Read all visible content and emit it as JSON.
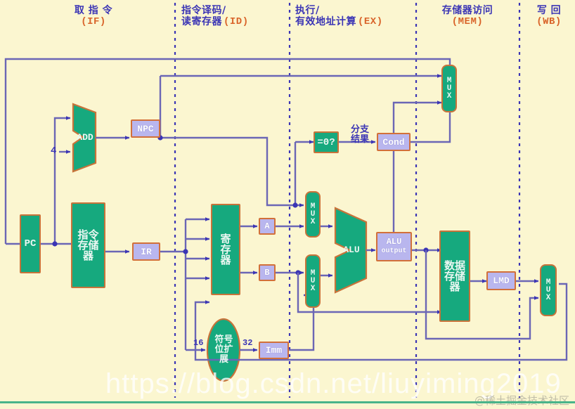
{
  "diagram": {
    "title": "MIPS 5-stage pipeline datapath",
    "background_color": "#fbf6d0",
    "wire_color": "#6b66b5",
    "block_fill_green": "#16a97e",
    "block_fill_purple": "#b9b6ee",
    "block_border": "#d2703a",
    "header_cn_color": "#3b35b5",
    "header_en_color": "#d9642a"
  },
  "stages": [
    {
      "cn": "取 指 令",
      "en": "(IF)",
      "key": "if"
    },
    {
      "cn": "指令译码/\n读寄存器",
      "en": "(ID)",
      "key": "id"
    },
    {
      "cn": "执行/\n有效地址计算",
      "en": "(EX)",
      "key": "ex"
    },
    {
      "cn": "存储器访问",
      "en": "(MEM)",
      "key": "mem"
    },
    {
      "cn": "写 回",
      "en": "(WB)",
      "key": "wb"
    }
  ],
  "stage_labels": {
    "if_cn": "取 指 令",
    "if_en": "(IF)",
    "id_cn1": "指令译码/",
    "id_cn2": "读寄存器",
    "id_en": "(ID)",
    "ex_cn1": "执行/",
    "ex_cn2": "有效地址计算",
    "ex_en": "(EX)",
    "mem_cn": "存储器访问",
    "mem_en": "(MEM)",
    "wb_cn": "写 回",
    "wb_en": "(WB)"
  },
  "blocks": {
    "pc": "PC",
    "add": "ADD",
    "npc": "NPC",
    "instr_mem_l1": "指令",
    "instr_mem_l2": "存储",
    "instr_mem_l3": "器",
    "ir": "IR",
    "regfile_l1": "寄",
    "regfile_l2": "存",
    "regfile_l3": "器",
    "reg_a": "A",
    "reg_b": "B",
    "sign_ext_l1": "符号",
    "sign_ext_l2": "位扩",
    "sign_ext_l3": "展",
    "imm": "Imm",
    "mux_ex_top": "MUX",
    "mux_ex_bottom": "MUX",
    "alu": "ALU",
    "alu_output_l1": "ALU",
    "alu_output_l2": "output",
    "zero_test": "=0?",
    "cond": "Cond",
    "mux_mem": "MUX",
    "data_mem_l1": "数据",
    "data_mem_l2": "存储",
    "data_mem_l3": "器",
    "lmd": "LMD",
    "mux_wb": "MUX"
  },
  "wire_labels": {
    "four": "4",
    "sixteen": "16",
    "thirtytwo": "32",
    "branch_result_l1": "分支",
    "branch_result_l2": "结果"
  },
  "watermark": {
    "url": "https://blog.csdn.net/liuyiming2019",
    "site": "@稀土掘金技术社区"
  }
}
